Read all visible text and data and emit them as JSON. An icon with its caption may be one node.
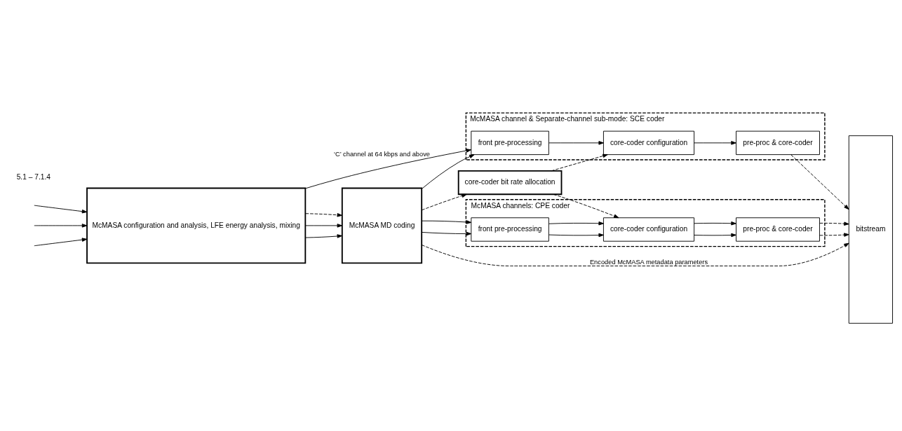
{
  "diagram": {
    "nodes": [
      {
        "text": [
          "McMASA channel & Separate-channel sub-mode: SCE coder"
        ]
      },
      {
        "text": [
          "front pre-processing"
        ],
        "in": 0
      },
      {
        "text": [
          "core-coder configuration"
        ],
        "in": 0
      },
      {
        "text": [
          "pre-proc & core-coder"
        ],
        "in": 0
      },
      {
        "text": [
          "McMASA configuration and analysis, LFE energy analysis, mixing"
        ]
      },
      {
        "text": [
          "McMASA MD coding"
        ]
      },
      {
        "text": [
          "core-coder bit rate allocation"
        ]
      },
      {
        "text": [
          "McMASA channels: CPE coder"
        ]
      },
      {
        "text": [
          "front pre-processing"
        ],
        "in": 7
      },
      {
        "text": [
          "core-coder configuration"
        ],
        "in": 7
      },
      {
        "text": [
          "pre-proc & core-coder"
        ],
        "in": 7
      },
      {
        "text": [
          "bitstream"
        ]
      }
    ],
    "edges": [
      {
        "from": null,
        "to": 4,
        "arrow": "to"
      },
      {
        "from": null,
        "to": 4,
        "arrow": "to"
      },
      {
        "from": null,
        "to": 4,
        "arrow": "to"
      },
      {
        "from": 4,
        "to": 1,
        "arrow": "to",
        "label": "‘C’ channel at 64 kbps and above"
      },
      {
        "from": 4,
        "to": 5,
        "arrow": "to"
      },
      {
        "from": 4,
        "to": 5,
        "arrow": "to"
      },
      {
        "from": 4,
        "to": 5,
        "arrow": "to",
        "style": "dashed"
      },
      {
        "from": 5,
        "to": 1,
        "arrow": "to"
      },
      {
        "from": 1,
        "to": 2,
        "arrow": "to"
      },
      {
        "from": 2,
        "to": 3,
        "arrow": "to"
      },
      {
        "from": 3,
        "to": 11,
        "arrow": "to",
        "style": "dashed"
      },
      {
        "from": 5,
        "to": 6,
        "arrow": "to",
        "style": "dashed"
      },
      {
        "from": 6,
        "to": 2,
        "arrow": "to",
        "style": "dashed"
      },
      {
        "from": 6,
        "to": 9,
        "arrow": "to",
        "style": "dashed"
      },
      {
        "from": 5,
        "to": 8,
        "arrow": "to"
      },
      {
        "from": 5,
        "to": 8,
        "arrow": "to"
      },
      {
        "from": 8,
        "to": 9,
        "arrow": "to"
      },
      {
        "from": 8,
        "to": 9,
        "arrow": "to"
      },
      {
        "from": 9,
        "to": 10,
        "arrow": "to"
      },
      {
        "from": 9,
        "to": 10,
        "arrow": "to"
      },
      {
        "from": 10,
        "to": 11,
        "arrow": "to",
        "style": "dashed"
      },
      {
        "from": 10,
        "to": 11,
        "arrow": "to",
        "style": "dashed"
      },
      {
        "from": 5,
        "to": 11,
        "arrow": "to",
        "style": "dashed",
        "label": "Encoded McMASA metadata parameters"
      }
    ],
    "labels": [
      "5.1 – 7.1.4"
    ]
  }
}
